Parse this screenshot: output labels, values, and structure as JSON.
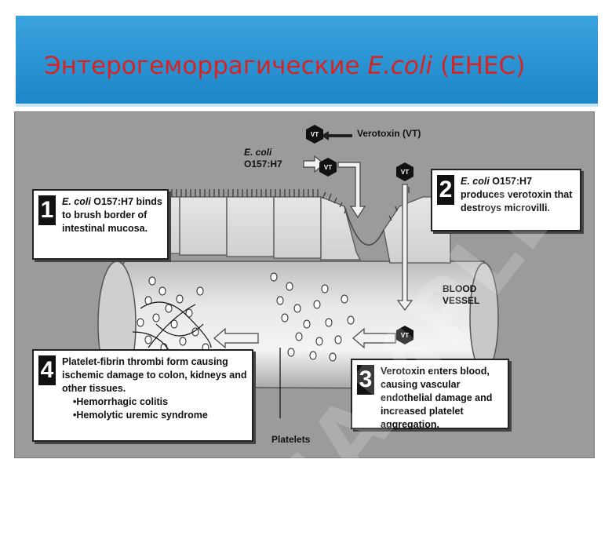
{
  "slide": {
    "title_prefix": "Энтерогеморрагические ",
    "title_italic": "E.coli",
    "title_suffix": " (EHEC)"
  },
  "diagram": {
    "verotoxin_label": "Verotoxin (VT)",
    "vt_badge": "VT",
    "ecoli_label_line1": "E. coli",
    "ecoli_label_line2": "O157:H7",
    "blood_vessel_line1": "BLOOD",
    "blood_vessel_line2": "VESSEL",
    "platelets_label": "Platelets",
    "watermark": "SAMPLE",
    "steps": [
      {
        "number": "1",
        "text_italic": "E. coli",
        "text": " O157:H7 binds to brush border of intestinal mucosa."
      },
      {
        "number": "2",
        "text_italic": "E. coli",
        "text": " O157:H7 produces verotoxin that destroys microvilli."
      },
      {
        "number": "3",
        "text": "Verotoxin enters blood, causing vascular endothelial damage and increased platelet aggregation."
      },
      {
        "number": "4",
        "text": "Platelet-fibrin thrombi form causing ischemic damage to colon, kidneys and other tissues.",
        "bullets": [
          "Hemorrhagic colitis",
          "Hemolytic uremic syndrome"
        ]
      }
    ]
  },
  "colors": {
    "title": "#d62424",
    "header": "#1d86c8",
    "figure_bg": "#9b9b9b"
  }
}
